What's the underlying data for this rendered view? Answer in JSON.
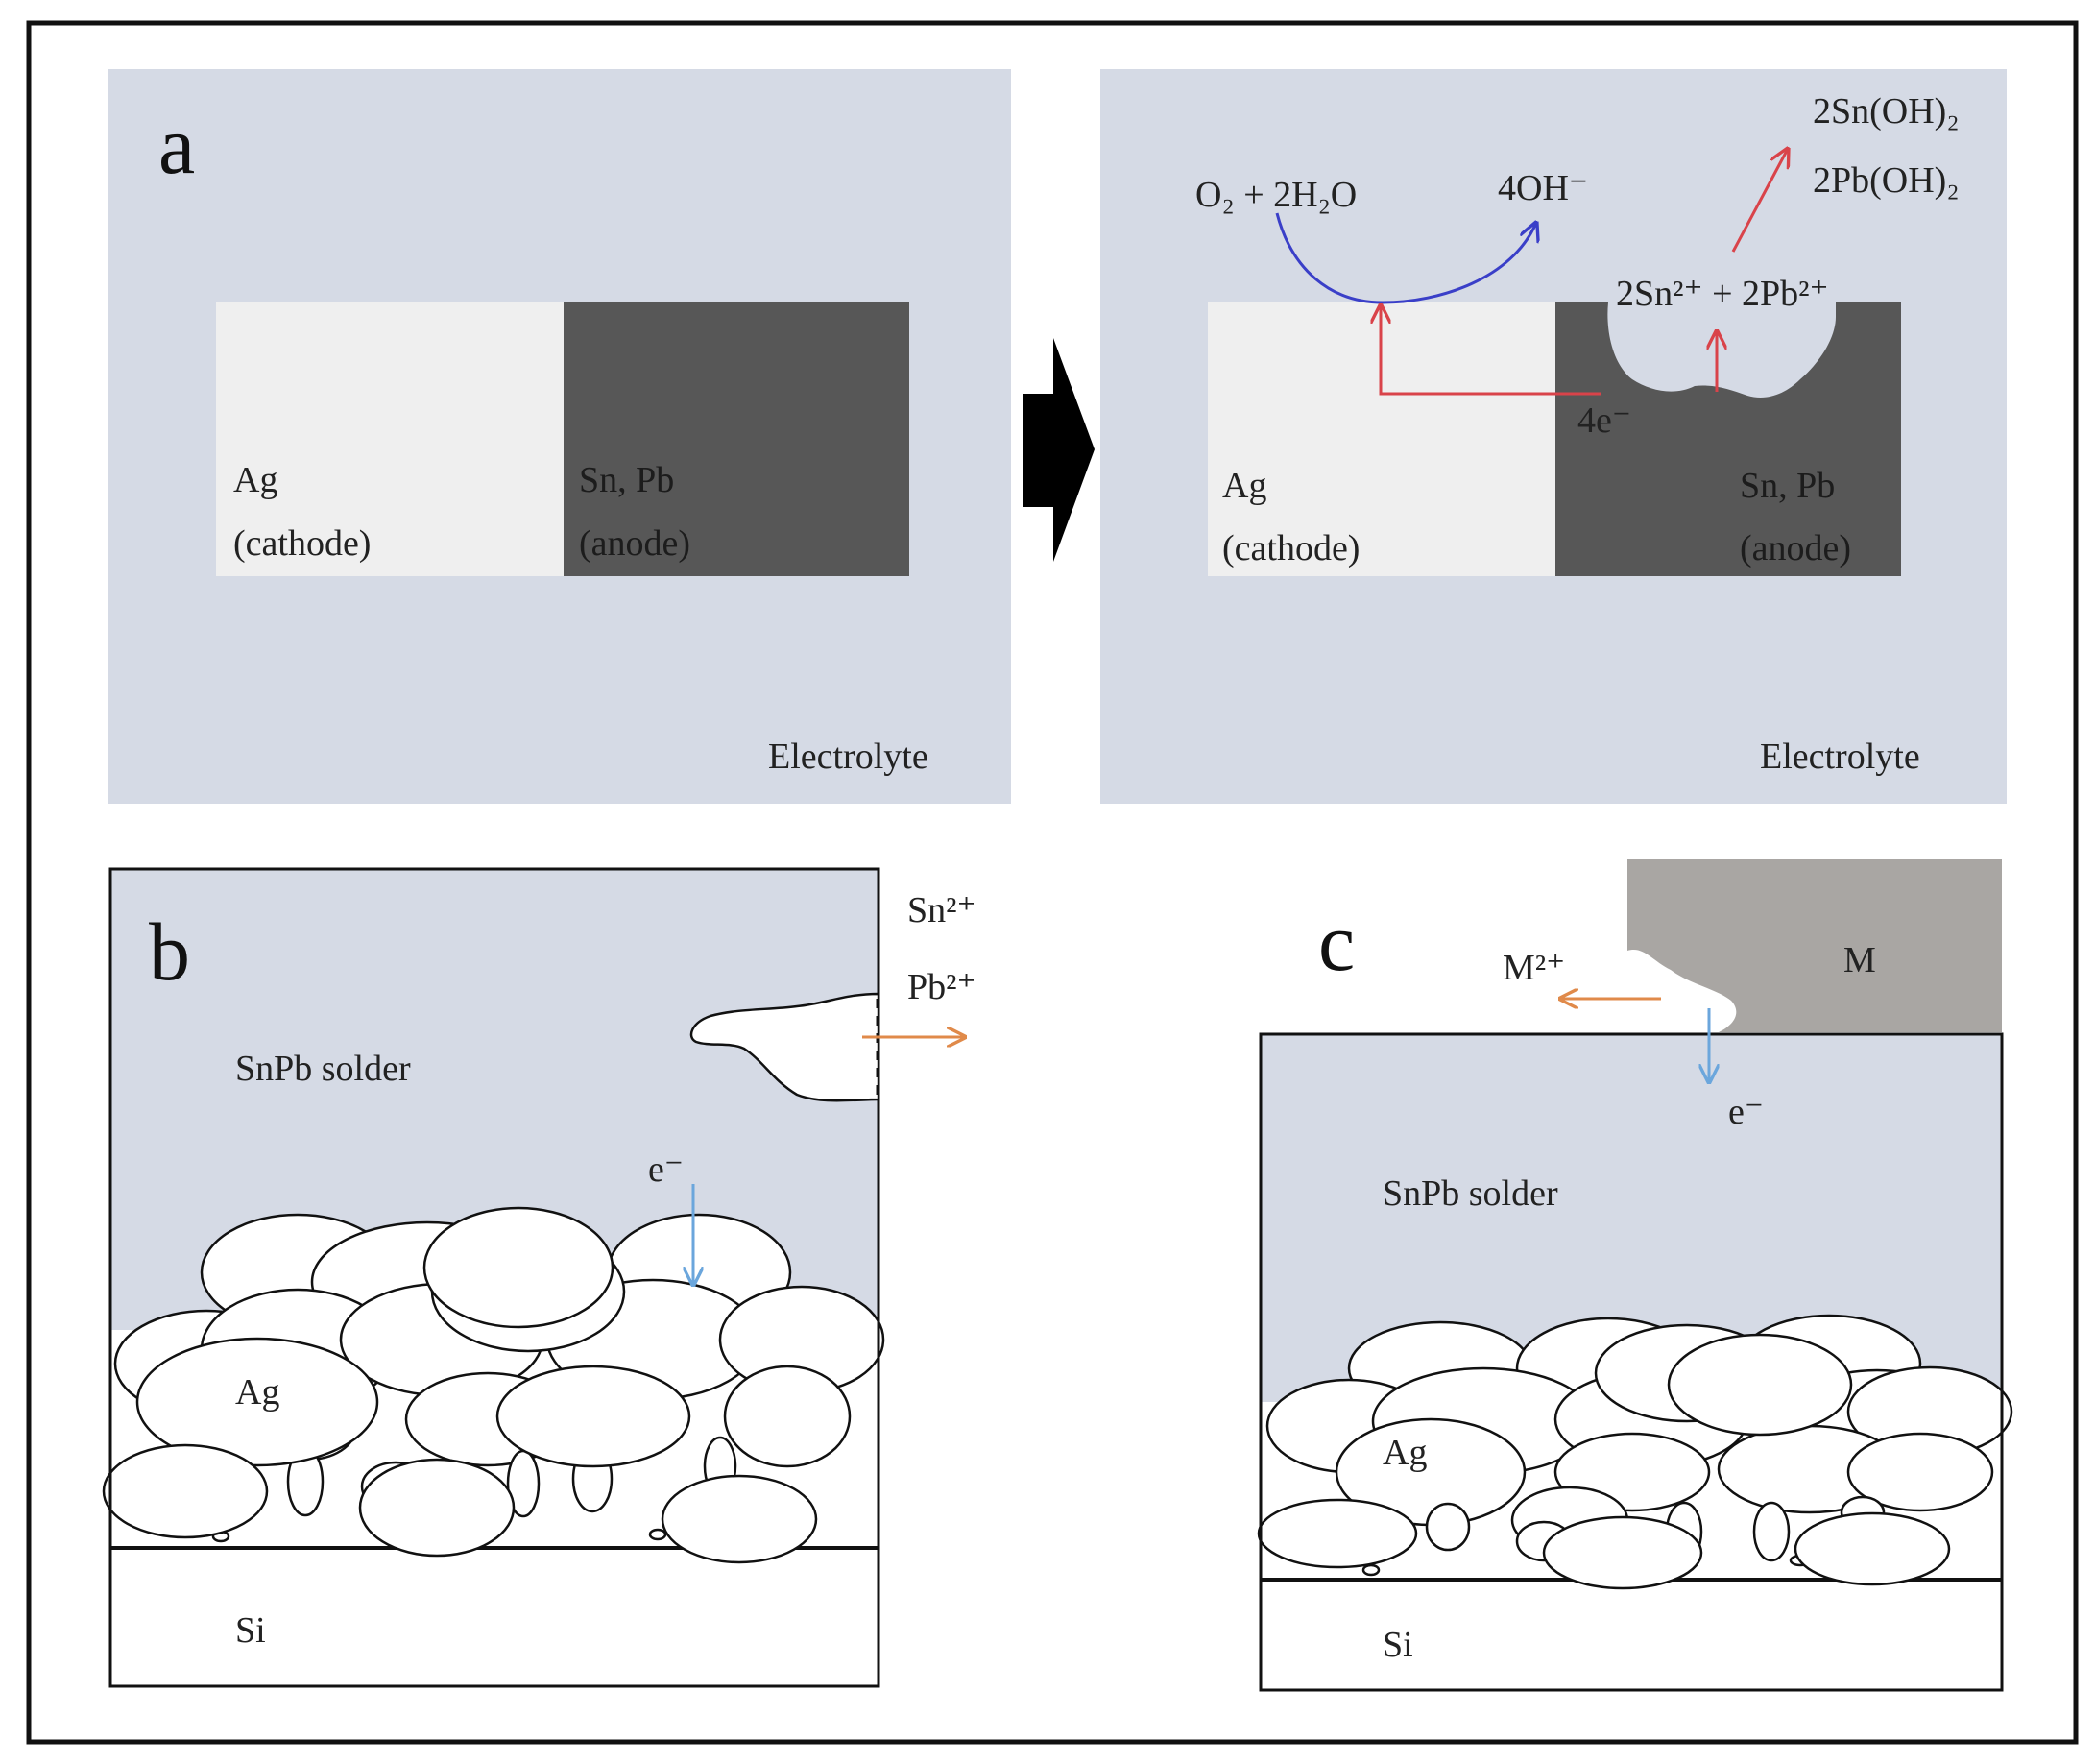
{
  "colors": {
    "panel_bg": "#d5dae5",
    "cathode": "#efefef",
    "anode": "#575757",
    "metal_m": "#a9a6a3",
    "outline": "#111111",
    "red_arrow": "#d9434a",
    "blue_arrow": "#3a3fc8",
    "orange_arrow": "#e08a4a",
    "light_blue_arrow": "#6ba6dc"
  },
  "panel_a": {
    "letter": "a",
    "left": {
      "cathode_label": "Ag",
      "cathode_role": "(cathode)",
      "anode_label": "Sn, Pb",
      "anode_role": "(anode)",
      "electrolyte": "Electrolyte"
    },
    "right": {
      "cathode_label": "Ag",
      "cathode_role": "(cathode)",
      "anode_label": "Sn, Pb",
      "anode_role": "(anode)",
      "electrolyte": "Electrolyte",
      "reactant": "O₂ + 2H₂O",
      "hydroxide": "4OH⁻",
      "ions": "2Sn²⁺ + 2Pb²⁺",
      "electrons": "4e⁻",
      "product_1": "2Sn(OH)₂",
      "product_2": "2Pb(OH)₂"
    }
  },
  "panel_b": {
    "letter": "b",
    "solder_label": "SnPb solder",
    "ag_label": "Ag",
    "si_label": "Si",
    "electron_label": "e⁻",
    "ion_1": "Sn²⁺",
    "ion_2": "Pb²⁺"
  },
  "panel_c": {
    "letter": "c",
    "metal_label": "M",
    "metal_ion": "M²⁺",
    "electron_label": "e⁻",
    "solder_label": "SnPb solder",
    "ag_label": "Ag",
    "si_label": "Si"
  }
}
